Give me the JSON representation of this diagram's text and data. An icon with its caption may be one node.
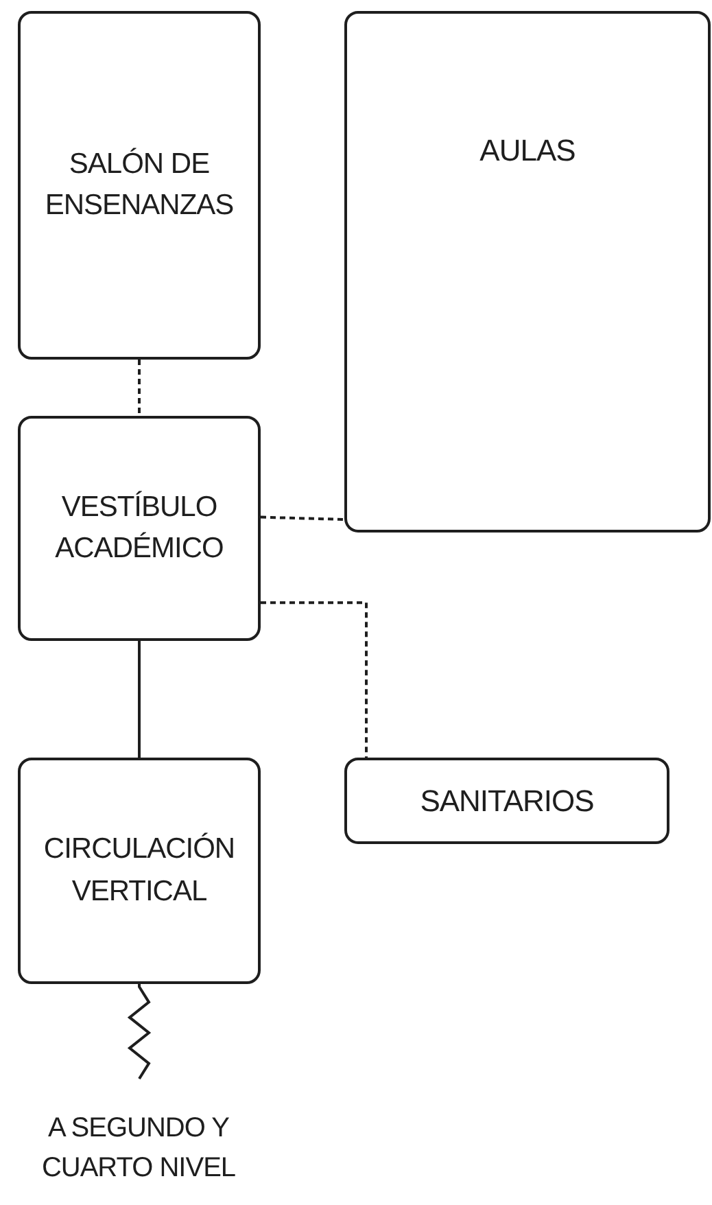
{
  "diagram": {
    "nodes": [
      {
        "text": [
          "SALÓN DE ENSENANZAS"
        ]
      },
      {
        "text": [
          "AULAS"
        ]
      },
      {
        "text": [
          "VESTÍBULO ACADÉMICO"
        ]
      },
      {
        "text": [
          "SANITARIOS"
        ]
      },
      {
        "text": [
          "CIRCULACIÓN VERTICAL"
        ]
      },
      {
        "text": [
          "A SEGUNDO Y CUARTO NIVEL"
        ]
      }
    ],
    "edges": [
      {
        "from": 0,
        "to": 2,
        "arrow": "none",
        "style": "dashed"
      },
      {
        "from": 2,
        "to": 1,
        "arrow": "none",
        "style": "dashed"
      },
      {
        "from": 2,
        "to": 3,
        "arrow": "none",
        "style": "dashed"
      },
      {
        "from": 2,
        "to": 4,
        "arrow": "none"
      },
      {
        "from": 4,
        "to": 5,
        "arrow": "none"
      }
    ]
  }
}
